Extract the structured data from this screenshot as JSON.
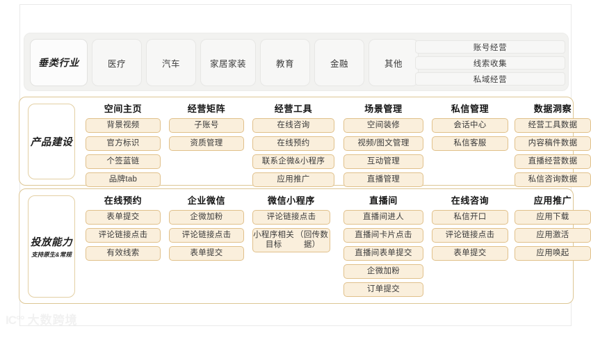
{
  "industry": {
    "label": "垂类行业",
    "cards": [
      "医疗",
      "汽车",
      "家居家装",
      "教育",
      "金融",
      "其他"
    ],
    "pills": [
      "账号经营",
      "线索收集",
      "私域经营"
    ]
  },
  "product": {
    "label": "产品建设",
    "columns": [
      {
        "head": "空间主页",
        "items": [
          "背景视频",
          "官方标识",
          "个签蓝链",
          "品牌tab"
        ]
      },
      {
        "head": "经营矩阵",
        "items": [
          "子账号",
          "资质管理"
        ]
      },
      {
        "head": "经营工具",
        "items": [
          "在线咨询",
          "在线预约",
          "联系企微&小程序",
          "应用推广"
        ]
      },
      {
        "head": "场景管理",
        "items": [
          "空间装修",
          "视频/图文管理",
          "互动管理",
          "直播管理"
        ]
      },
      {
        "head": "私信管理",
        "items": [
          "会话中心",
          "私信客服"
        ]
      },
      {
        "head": "数据洞察",
        "items": [
          "经营工具数据",
          "内容稿件数据",
          "直播经营数据",
          "私信咨询数据"
        ]
      }
    ]
  },
  "delivery": {
    "label": "投放能力",
    "sublabel": "支持原生&常规",
    "columns": [
      {
        "head": "在线预约",
        "items": [
          "表单提交",
          "评论链接点击",
          "有效线索"
        ]
      },
      {
        "head": "企业微信",
        "items": [
          "企微加粉",
          "评论链接点击",
          "表单提交"
        ]
      },
      {
        "head": "微信小程序",
        "items": [
          "评论链接点击",
          "小程序相关目标"
        ],
        "item2_line2": "（回传数据）"
      },
      {
        "head": "直播间",
        "items": [
          "直播间进人",
          "直播间卡片点击",
          "直播间表单提交",
          "企微加粉",
          "订单提交"
        ]
      },
      {
        "head": "在线咨询",
        "items": [
          "私信开口",
          "评论链接点击",
          "表单提交"
        ]
      },
      {
        "head": "应用推广",
        "items": [
          "应用下载",
          "应用激活",
          "应用唤起"
        ]
      }
    ]
  },
  "watermark": {
    "logo": "IC°°",
    "text": "大数跨境"
  }
}
